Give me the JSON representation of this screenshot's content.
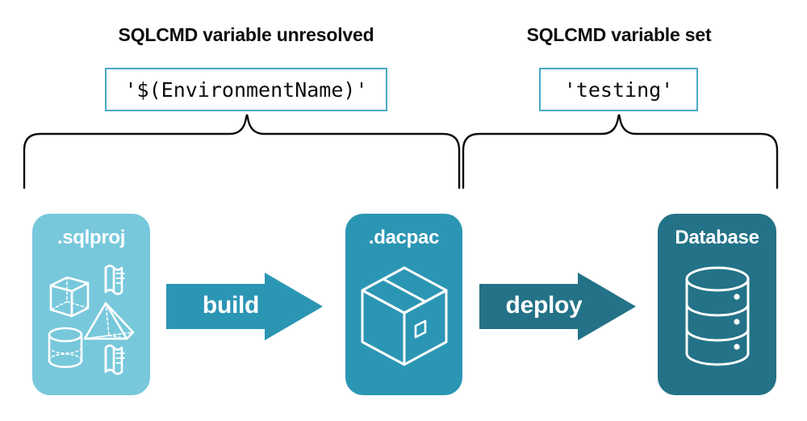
{
  "headings": {
    "left": "SQLCMD variable unresolved",
    "right": "SQLCMD variable set"
  },
  "code_boxes": {
    "left_value": "'$(EnvironmentName)'",
    "right_value": "'testing'"
  },
  "stages": [
    {
      "id": "sqlproj",
      "label": ".sqlproj",
      "color": "#78C8DC",
      "art": "project-shapes-icon"
    },
    {
      "id": "dacpac",
      "label": ".dacpac",
      "color": "#2B96B4",
      "art": "package-box-icon"
    },
    {
      "id": "database",
      "label": "Database",
      "color": "#237287",
      "art": "database-cylinder-icon"
    }
  ],
  "arrows": [
    {
      "id": "build",
      "label": "build",
      "color": "#2B96B4"
    },
    {
      "id": "deploy",
      "label": "deploy",
      "color": "#237287"
    }
  ],
  "braces": {
    "left_spans": "sqlproj-to-dacpac",
    "right_spans": "dacpac-to-database"
  },
  "colors": {
    "light_teal": "#78C8DC",
    "medium_teal": "#2B96B4",
    "dark_teal": "#237287",
    "border_teal": "#4BA8C4",
    "text_dark": "#0d0d0d",
    "background": "#ffffff"
  }
}
